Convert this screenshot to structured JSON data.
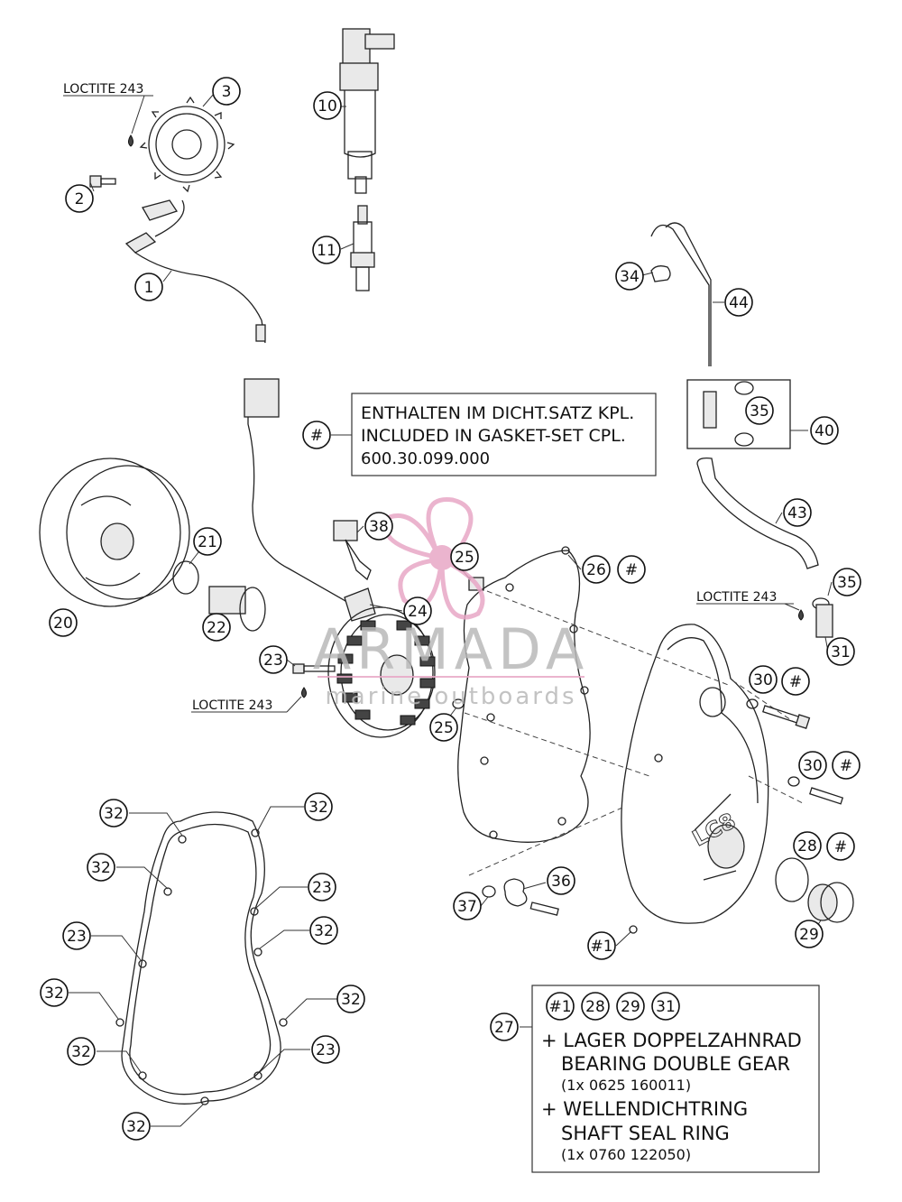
{
  "labels": {
    "loctite_1": "LOCTITE 243",
    "loctite_2": "LOCTITE 243",
    "loctite_3": "LOCTITE 243"
  },
  "note_box": {
    "marker": "#",
    "line1": "ENTHALTEN IM DICHT.SATZ KPL.",
    "line2": "INCLUDED IN GASKET-SET CPL.",
    "line3": "600.30.099.000"
  },
  "kit_box": {
    "ref": "27",
    "refs": [
      "#1",
      "28",
      "29",
      "31"
    ],
    "item1_de": "+ LAGER DOPPELZAHNRAD",
    "item1_en": "BEARING DOUBLE GEAR",
    "item1_pn": "(1x 0625 160011)",
    "item2_de": "+ WELLENDICHTRING",
    "item2_en": "SHAFT SEAL RING",
    "item2_pn": "(1x 0760 122050)"
  },
  "watermark": {
    "brand": "ARMADA",
    "tagline": "marine outboards",
    "color": "#e8a7c6"
  },
  "callouts": [
    {
      "id": "c1",
      "text": "1"
    },
    {
      "id": "c2",
      "text": "2"
    },
    {
      "id": "c3",
      "text": "3"
    },
    {
      "id": "c10",
      "text": "10"
    },
    {
      "id": "c11",
      "text": "11"
    },
    {
      "id": "c34",
      "text": "34"
    },
    {
      "id": "c44",
      "text": "44"
    },
    {
      "id": "c35a",
      "text": "35"
    },
    {
      "id": "c40",
      "text": "40"
    },
    {
      "id": "c43",
      "text": "43"
    },
    {
      "id": "c35b",
      "text": "35"
    },
    {
      "id": "c31",
      "text": "31"
    },
    {
      "id": "c38",
      "text": "38"
    },
    {
      "id": "c25a",
      "text": "25"
    },
    {
      "id": "c26",
      "text": "26"
    },
    {
      "id": "c26h",
      "text": "#"
    },
    {
      "id": "c21",
      "text": "21"
    },
    {
      "id": "c20",
      "text": "20"
    },
    {
      "id": "c22",
      "text": "22"
    },
    {
      "id": "c24",
      "text": "24"
    },
    {
      "id": "c23",
      "text": "23"
    },
    {
      "id": "c25b",
      "text": "25"
    },
    {
      "id": "c30a",
      "text": "30"
    },
    {
      "id": "c30ah",
      "text": "#"
    },
    {
      "id": "c30b",
      "text": "30"
    },
    {
      "id": "c30bh",
      "text": "#"
    },
    {
      "id": "c28",
      "text": "28"
    },
    {
      "id": "c28h",
      "text": "#"
    },
    {
      "id": "c29",
      "text": "29"
    },
    {
      "id": "c36",
      "text": "36"
    },
    {
      "id": "c37",
      "text": "37"
    },
    {
      "id": "c1h",
      "text": "#1"
    },
    {
      "id": "g32a",
      "text": "32"
    },
    {
      "id": "g32b",
      "text": "32"
    },
    {
      "id": "g32c",
      "text": "32"
    },
    {
      "id": "g23a",
      "text": "23"
    },
    {
      "id": "g23b",
      "text": "23"
    },
    {
      "id": "g32d",
      "text": "32"
    },
    {
      "id": "g32e",
      "text": "32"
    },
    {
      "id": "g32f",
      "text": "32"
    },
    {
      "id": "g32g",
      "text": "32"
    },
    {
      "id": "g23c",
      "text": "23"
    },
    {
      "id": "g32h",
      "text": "32"
    },
    {
      "id": "g23d",
      "text": "23"
    }
  ]
}
